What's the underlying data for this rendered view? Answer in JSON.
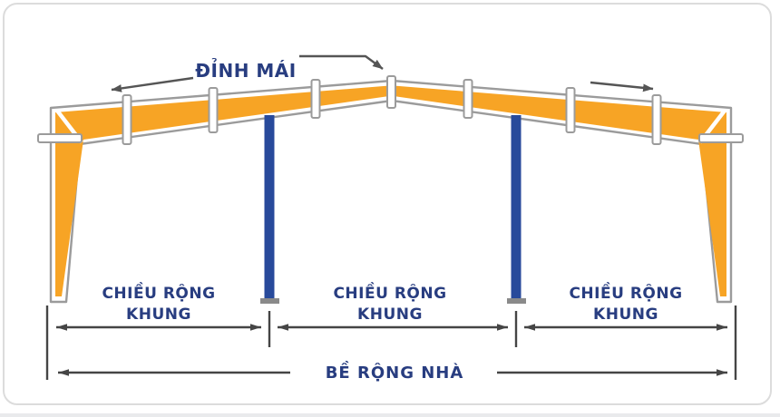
{
  "diagram": {
    "peak_label": "ĐỈNH MÁI",
    "building_width_label": "BỀ RỘNG NHÀ",
    "spans": [
      {
        "line1": "CHIỀU RỘNG",
        "line2": "KHUNG"
      },
      {
        "line1": "CHIỀU RỘNG",
        "line2": "KHUNG"
      },
      {
        "line1": "CHIỀU RỘNG",
        "line2": "KHUNG"
      }
    ],
    "annotations": {
      "peak_pointer_icon": "arrow-bent-down-right-icon",
      "left_slope_icon": "arrow-left-icon",
      "right_slope_icon": "arrow-right-icon"
    },
    "colors": {
      "steel_orange": "#f7a425",
      "column_blue": "#284a9b",
      "outline_gray": "#9b9b9b",
      "label_navy": "#283d80",
      "dimension_gray": "#454545",
      "baseplate_gray": "#8a8a8a",
      "card_border": "#dcdcdc"
    }
  }
}
